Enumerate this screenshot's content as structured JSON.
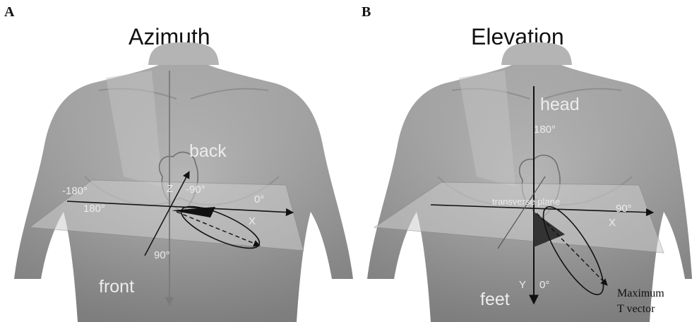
{
  "panel_a": {
    "letter": "A",
    "title": "Azimuth",
    "labels": {
      "back": "back",
      "front": "front",
      "neg180": "-180°",
      "pos180": "180°",
      "neg90": "-90°",
      "zero": "0°",
      "ninety": "90°",
      "z_axis": "Z",
      "x_axis": "X"
    }
  },
  "panel_b": {
    "letter": "B",
    "title": "Elevation",
    "labels": {
      "head": "head",
      "feet": "feet",
      "deg180": "180°",
      "deg90": "90°",
      "zero": "0°",
      "transverse_plane": "transverse plane",
      "x_axis": "X",
      "y_axis": "Y",
      "max_t_line1": "Maximum",
      "max_t_line2": "T vector"
    }
  },
  "colors": {
    "torso": "#a9a9a9",
    "plane": "#c9c9c9",
    "axis": "#111111",
    "light_label": "#ececec"
  }
}
